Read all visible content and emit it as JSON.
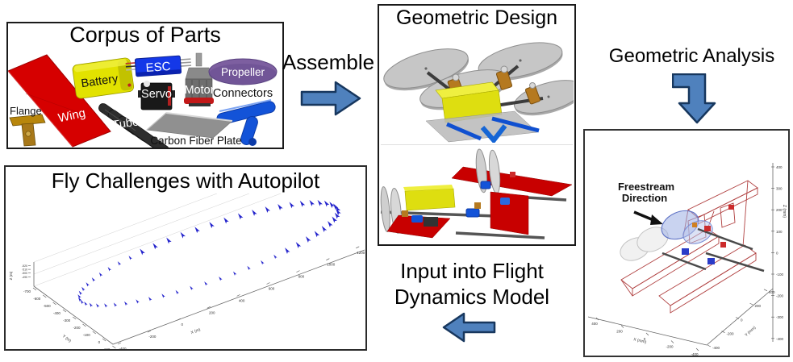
{
  "corpus": {
    "title": "Corpus of Parts",
    "labels": {
      "flange": "Flange",
      "wing": "Wing",
      "battery": "Battery",
      "esc": "ESC",
      "servo": "Servo",
      "motor": "Motor",
      "propeller": "Propeller",
      "connectors": "Connectors",
      "tubes": "Tubes",
      "carbon_plate": "Carbon Fiber Plate"
    }
  },
  "assemble": {
    "label": "Assemble"
  },
  "geometric_design": {
    "title": "Geometric Design"
  },
  "geometric_analysis": {
    "label": "Geometric Analysis",
    "plot": {
      "annotation_line1": "Freestream",
      "annotation_line2": "Direction",
      "x_label": "X (mm)",
      "y_label": "Y (mm)",
      "z_label": "Z (mm)",
      "x_ticks": [
        "400",
        "200",
        "0",
        "-200",
        "-400"
      ],
      "y_ticks": [
        "-400",
        "-200",
        "0",
        "200",
        "400"
      ],
      "z_ticks": [
        "400",
        "300",
        "200",
        "100",
        "0",
        "-100",
        "-200",
        "-300",
        "-400"
      ]
    }
  },
  "input_model": {
    "line1": "Input into Flight",
    "line2": "Dynamics Model"
  },
  "fly_challenges": {
    "title": "Fly Challenges with Autopilot",
    "plot": {
      "x_label": "X (m)",
      "y_label": "Y (m)",
      "z_label": "Z (m)",
      "x_ticks": [
        "-400",
        "-200",
        "0",
        "200",
        "400",
        "600",
        "800",
        "1000",
        "1200"
      ],
      "y_ticks": [
        "-700",
        "-600",
        "-500",
        "-400",
        "-300",
        "-200",
        "-100",
        "0",
        "100"
      ],
      "z_ticks": [
        "-520",
        "-510",
        "-500",
        "-490"
      ],
      "trajectory": {
        "marker_count": 56,
        "color": "#2323cc",
        "shape": "closed oval loop of aircraft pose markers"
      }
    }
  },
  "colors": {
    "arrow_fill": "#4f81bd",
    "arrow_stroke": "#17375e",
    "wing_red": "#d60000",
    "part_red": "#c80000",
    "battery_yellow": "#e2e200",
    "esc_blue": "#1438e8",
    "servo_black": "#191919",
    "motor_gray": "#6e6e6e",
    "propeller_purple": "#7d5fa0",
    "connector_blue": "#1353d8",
    "tube_dark": "#2d2d2d",
    "plate_gray": "#909090",
    "flange_gold": "#b8860b",
    "wireframe_red": "#b04040",
    "trajectory_blue": "#2323cc"
  }
}
